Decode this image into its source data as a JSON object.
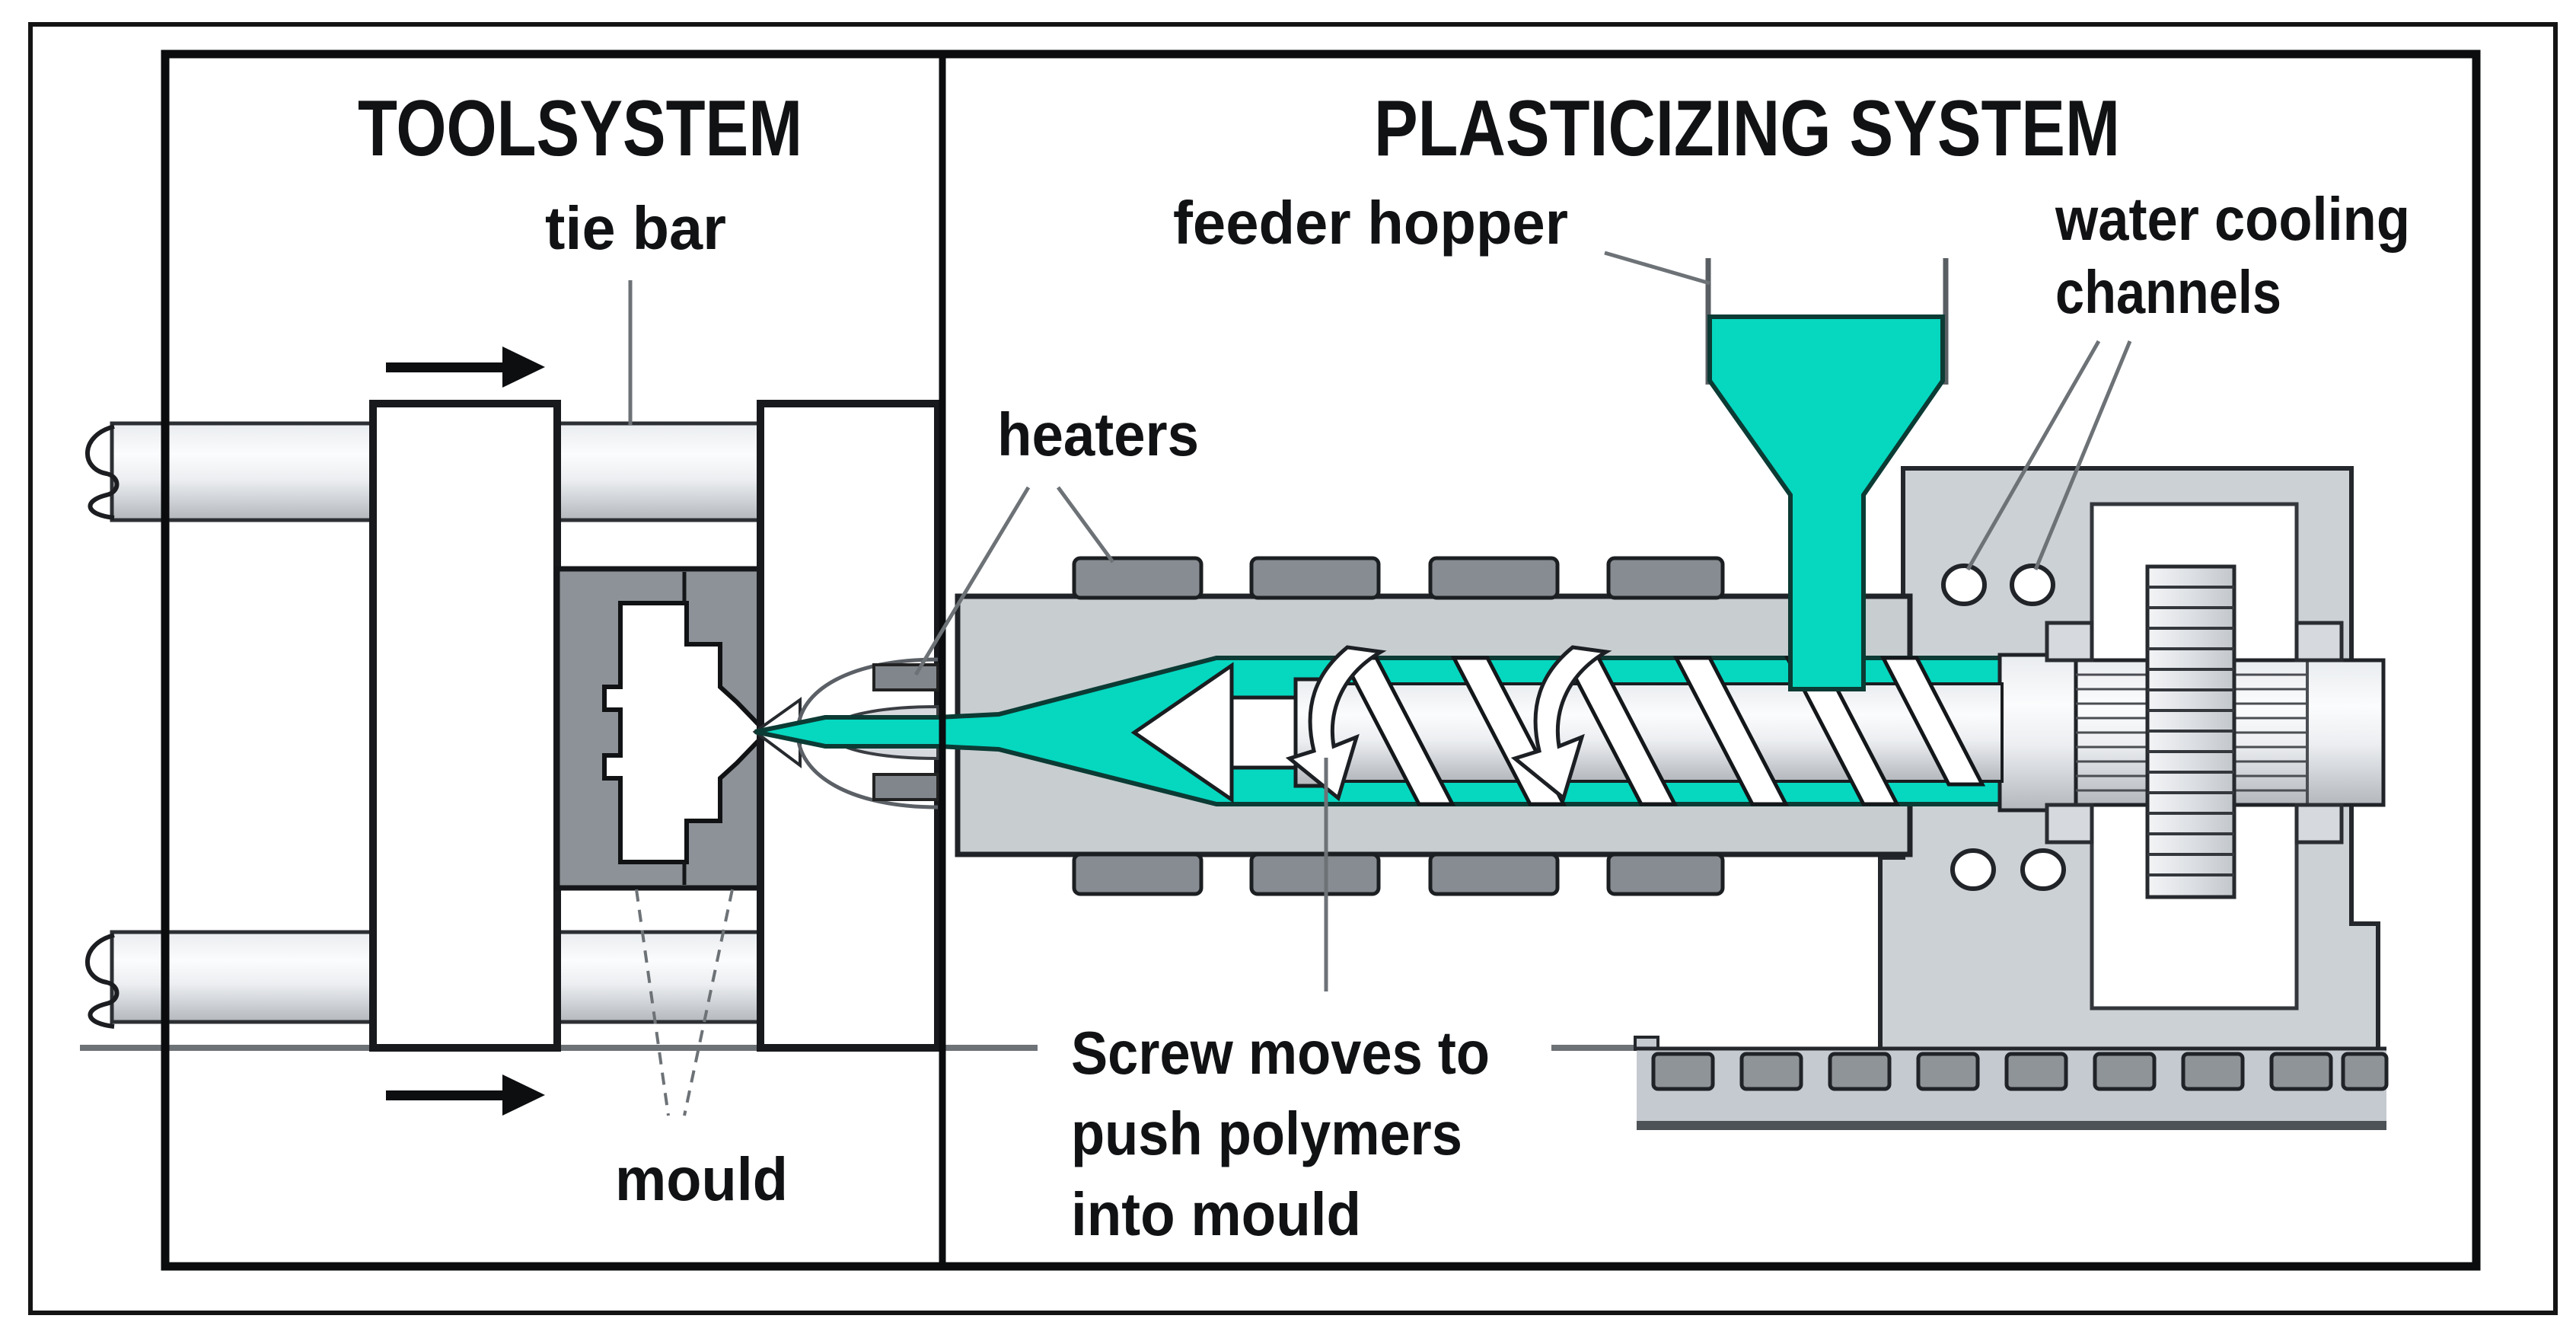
{
  "diagram": {
    "type": "injection-moulding-machine-schematic",
    "sections": {
      "left_title": "TOOLSYSTEM",
      "right_title": "PLASTICIZING SYSTEM"
    },
    "labels": {
      "tie_bar": "tie bar",
      "feeder_hopper": "feeder hopper",
      "heaters": "heaters",
      "water_cooling_line1": "water cooling",
      "water_cooling_line2": "channels",
      "mould": "mould",
      "screw_note_line1": "Screw moves to",
      "screw_note_line2": "push polymers",
      "screw_note_line3": "into mould"
    },
    "icons": [
      {
        "name": "clamp-direction-arrow-top",
        "meaning": "platen moves right"
      },
      {
        "name": "clamp-direction-arrow-bottom",
        "meaning": "platen moves right"
      },
      {
        "name": "screw-rotation-arrow",
        "meaning": "screw rotates"
      }
    ],
    "colors": {
      "molten_polymer_teal": "#06d7bf",
      "teal_outline": "#0b3b34",
      "machinery_light_gray": "#c9ced3",
      "housing_gray": "#ccd1d6",
      "mould_dark_gray": "#8d9298",
      "heater_gray": "#878c92",
      "base_slot_gray": "#8f9499",
      "outline_black": "#111111",
      "leader_line_gray": "#6d7277",
      "background": "#ffffff"
    }
  }
}
